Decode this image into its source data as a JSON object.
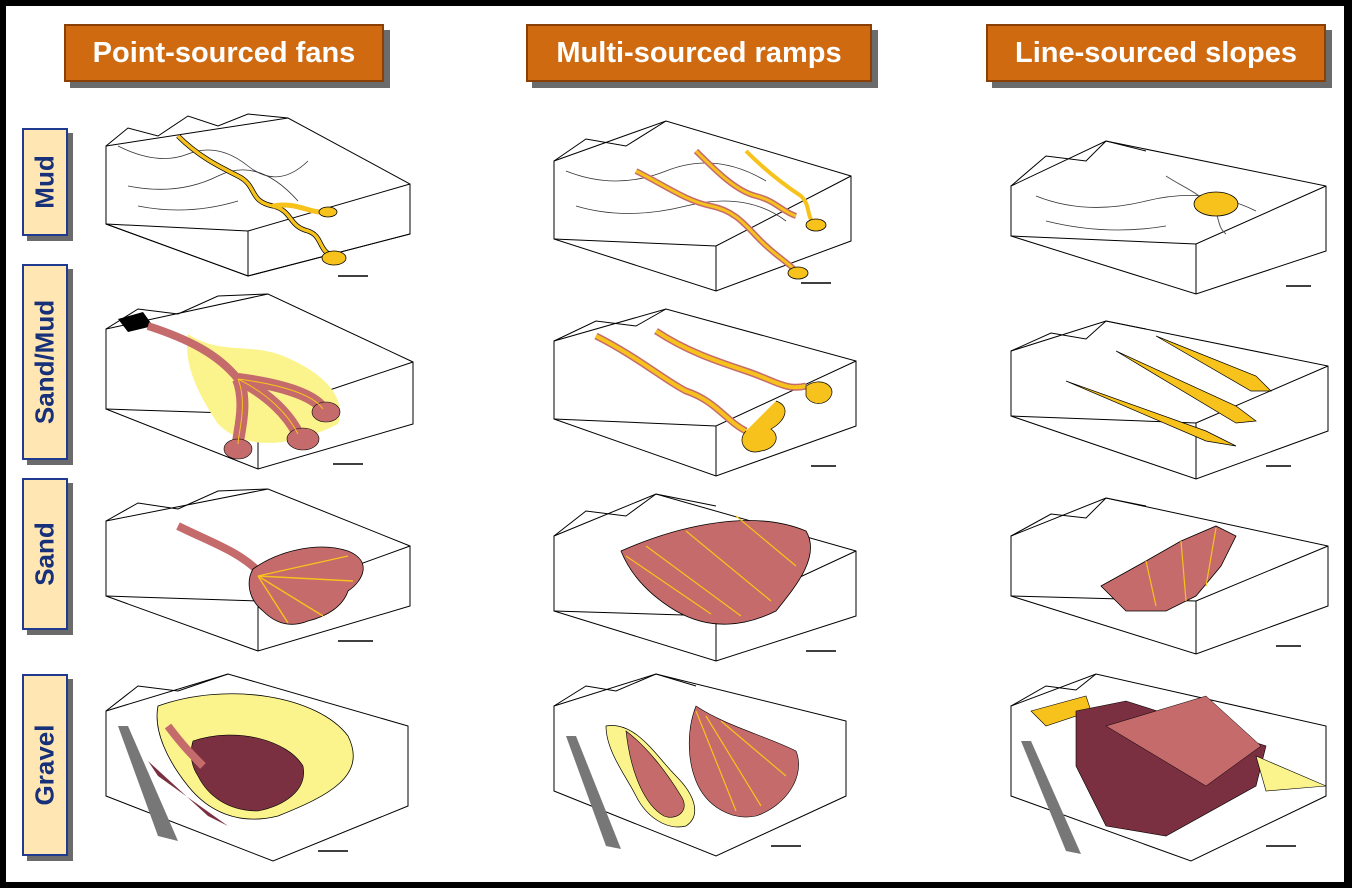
{
  "columns": [
    {
      "label": "Point-sourced fans"
    },
    {
      "label": "Multi-sourced ramps"
    },
    {
      "label": "Line-sourced slopes"
    }
  ],
  "rows": [
    {
      "label": "Mud"
    },
    {
      "label": "Sand/Mud"
    },
    {
      "label": "Sand"
    },
    {
      "label": "Gravel"
    }
  ],
  "colors": {
    "header_fill": "#d06a10",
    "row_label_fill": "#ffe6b3",
    "row_label_text": "#17307a",
    "channel_yellow": "#f7c21c",
    "lobe_red": "#c56b6b",
    "apron_yellow": "#fbf48d"
  }
}
